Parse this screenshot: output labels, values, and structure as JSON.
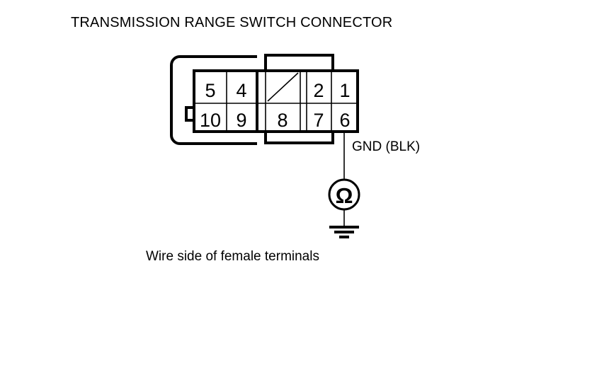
{
  "figure": {
    "title": "TRANSMISSION RANGE SWITCH CONNECTOR",
    "caption": "Wire side of female terminals"
  },
  "connector": {
    "name": "Transmission Range Switch Connector",
    "terminal_count": 10,
    "rows": [
      {
        "row": "top",
        "cells": [
          {
            "label": "5",
            "blocked": false
          },
          {
            "label": "4",
            "blocked": false
          },
          {
            "label": "",
            "blocked": true
          },
          {
            "label": "2",
            "blocked": false
          },
          {
            "label": "1",
            "blocked": false
          }
        ]
      },
      {
        "row": "bottom",
        "cells": [
          {
            "label": "10",
            "blocked": false
          },
          {
            "label": "9",
            "blocked": false
          },
          {
            "label": "8",
            "blocked": false
          },
          {
            "label": "7",
            "blocked": false
          },
          {
            "label": "6",
            "blocked": false
          }
        ]
      }
    ]
  },
  "measurement": {
    "wire_label": "GND (BLK)",
    "probe_terminal": "6",
    "meter_symbol": "Ω",
    "meter_type": "ohmmeter",
    "ground_symbol": "chassis-ground"
  },
  "colors": {
    "line": "#000000",
    "background": "#ffffff",
    "text": "#000000"
  }
}
